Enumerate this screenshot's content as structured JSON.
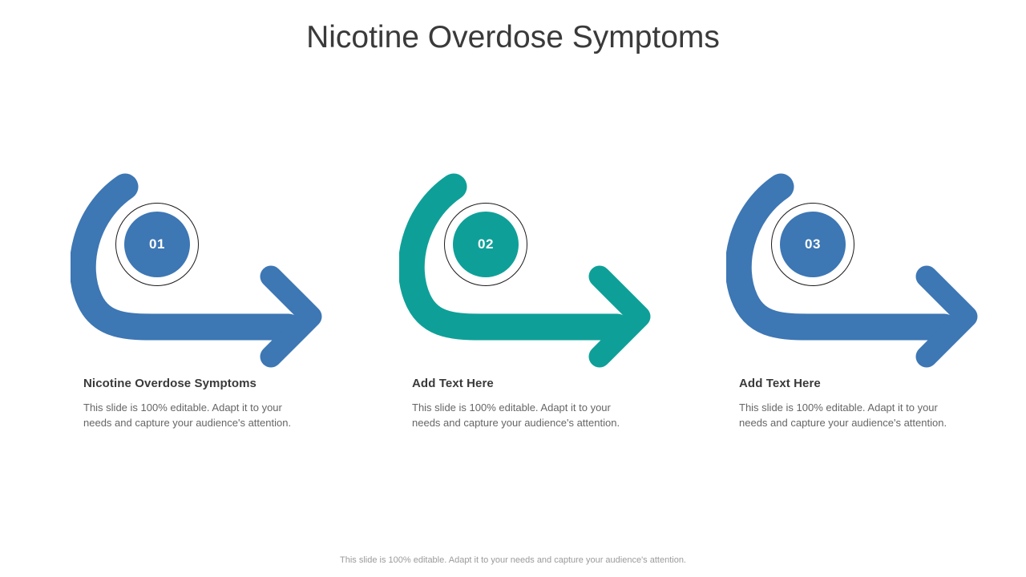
{
  "slide": {
    "title": "Nicotine Overdose Symptoms",
    "background_color": "#ffffff",
    "title_color": "#3a3a3a"
  },
  "colors": {
    "blue": "#3d77b4",
    "teal": "#0ea098",
    "heading": "#3a3a3a",
    "body": "#666666",
    "footer": "#9b9b9b",
    "ring_outline": "#1a1a1a"
  },
  "columns": [
    {
      "number": "01",
      "accent": "#3d77b4",
      "accent_name": "blue",
      "heading": "Nicotine Overdose Symptoms",
      "body": "This slide is 100% editable. Adapt it to your needs and capture your audience's attention."
    },
    {
      "number": "02",
      "accent": "#0ea098",
      "accent_name": "teal",
      "heading": "Add Text Here",
      "body": "This slide is 100% editable. Adapt it to your needs and capture your audience's attention."
    },
    {
      "number": "03",
      "accent": "#3d77b4",
      "accent_name": "blue",
      "heading": "Add Text Here",
      "body": "This slide is 100% editable. Adapt it to your needs and capture your audience's attention."
    }
  ],
  "footer": {
    "text": "This slide is 100% editable. Adapt it to your needs and capture your audience's attention."
  }
}
